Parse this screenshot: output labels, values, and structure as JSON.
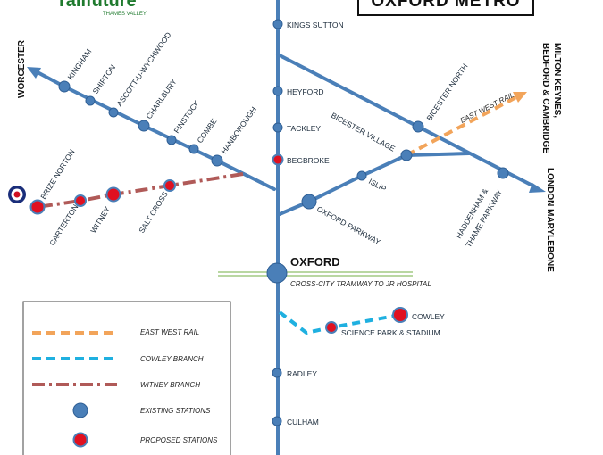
{
  "header": {
    "logo_text": "railfuture",
    "logo_subtitle": "THAMES VALLEY",
    "title": "OXFORD METRO"
  },
  "destinations": {
    "worcester": "WORCESTER",
    "milton_keynes_1": "MILTON KEYNES,",
    "milton_keynes_2": "BEDFORD & CAMBRIDGE",
    "london_marylebone": "LONDON MARYLEBONE"
  },
  "line_labels": {
    "east_west_rail": "EAST WEST RAIL",
    "cross_city": "CROSS-CITY TRAMWAY TO JR HOSPITAL"
  },
  "stations": {
    "kings_sutton": "KINGS SUTTON",
    "heyford": "HEYFORD",
    "tackley": "TACKLEY",
    "begbroke": "BEGBROKE",
    "oxford": "OXFORD",
    "radley": "RADLEY",
    "culham": "CULHAM",
    "kingham": "KINGHAM",
    "shipton": "SHIPTON",
    "ascott": "ASCOTT-U-WYCHWOOD",
    "charlbury": "CHARLBURY",
    "finstock": "FINSTOCK",
    "combe": "COMBE",
    "hanborough": "HANBOROUGH",
    "brize_norton": "BRIZE NORTON",
    "carterton": "CARTERTON",
    "witney": "WITNEY",
    "salt_cross": "SALT CROSS",
    "bicester_north": "BICESTER NORTH",
    "bicester_village": "BICESTER VILLAGE",
    "islip": "ISLIP",
    "oxford_parkway": "OXFORD PARKWAY",
    "haddenham_1": "HADDENHAM &",
    "haddenham_2": "THAME PARKWAY",
    "science_park": "SCIENCE PARK & STADIUM",
    "cowley": "COWLEY"
  },
  "legend": {
    "items": [
      {
        "label": "EAST WEST RAIL",
        "style": "orange-dash"
      },
      {
        "label": "COWLEY BRANCH",
        "style": "cyan-dash"
      },
      {
        "label": "WITNEY BRANCH",
        "style": "brown-dash-dot"
      },
      {
        "label": "EXISTING STATIONS",
        "style": "blue-circle"
      },
      {
        "label": "PROPOSED STATIONS",
        "style": "red-circle"
      }
    ]
  },
  "colors": {
    "main_line": "#4a7fb8",
    "existing_station": "#4a7fb8",
    "proposed_station": "#e01020",
    "east_west_rail": "#f2a45a",
    "cowley_branch": "#1fb0e0",
    "witney_branch": "#b05a58",
    "cross_city_tram": "#8fbf6a",
    "logo_green": "#1f7a2e"
  },
  "icons": {
    "airfield": "raf-roundel-icon"
  }
}
